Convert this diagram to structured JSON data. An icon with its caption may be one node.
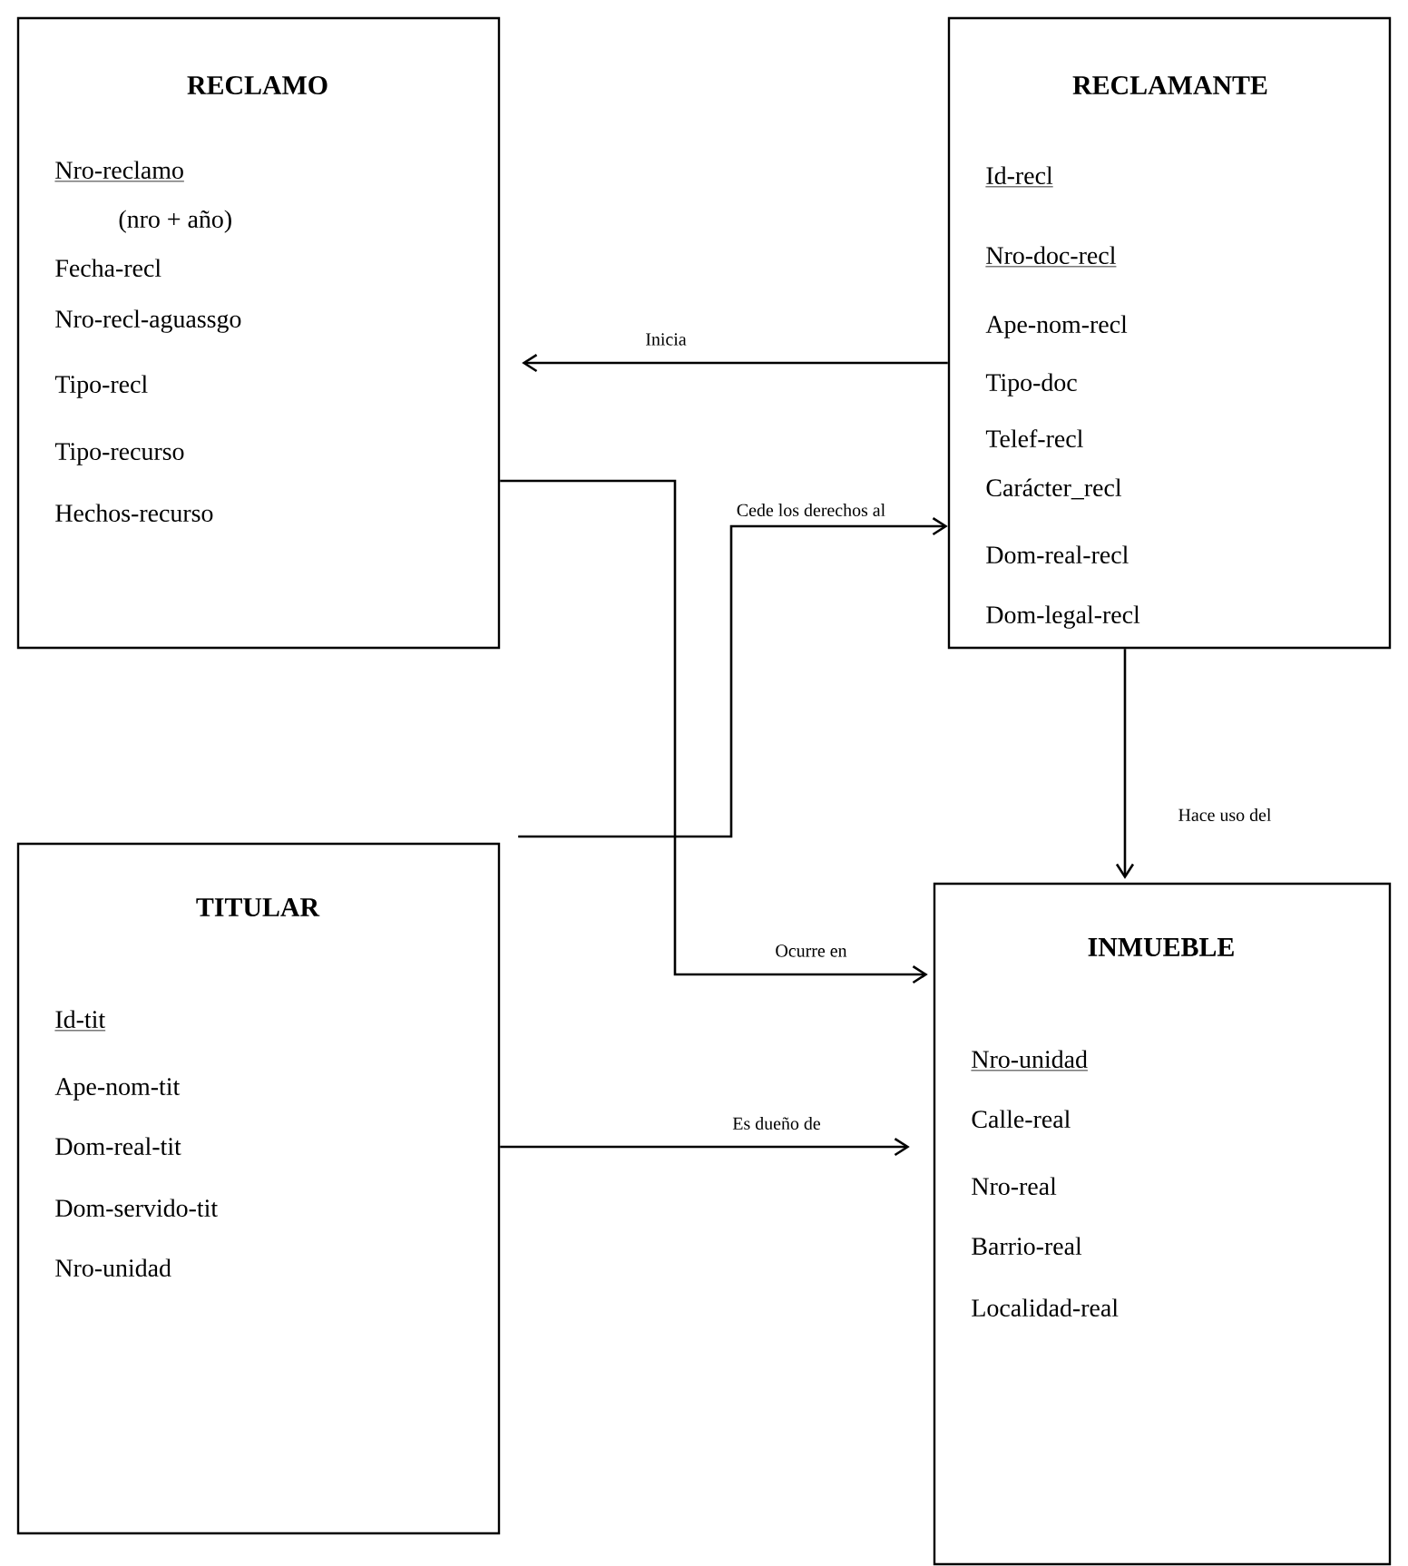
{
  "diagram": {
    "nodes": [
      {
        "text": [
          "RECLAMO",
          "Nro-reclamo",
          "(nro + año)",
          "Fecha-recl",
          "Nro-recl-aguassgo",
          "Tipo-recl",
          "Tipo-recurso",
          "Hechos-recurso"
        ]
      },
      {
        "text": [
          "RECLAMANTE",
          "Id-recl",
          "Nro-doc-recl",
          "Ape-nom-recl",
          "Tipo-doc",
          "Telef-recl",
          "Carácter_recl",
          "Dom-real-recl",
          "Dom-legal-recl"
        ]
      },
      {
        "text": [
          "TITULAR",
          "Id-tit",
          "Ape-nom-tit",
          "Dom-real-tit",
          "Dom-servido-tit",
          "Nro-unidad"
        ]
      },
      {
        "text": [
          "INMUEBLE",
          "Nro-unidad",
          "Calle-real",
          "Nro-real",
          "Barrio-real",
          "Localidad-real"
        ]
      }
    ],
    "edges": [
      {
        "from": 1,
        "to": 0,
        "arrow": "to",
        "label": "Inicia"
      },
      {
        "from": 2,
        "to": 1,
        "arrow": "to",
        "label": "Cede los derechos al"
      },
      {
        "from": 0,
        "to": 3,
        "arrow": "to",
        "label": "Ocurre en"
      },
      {
        "from": 1,
        "to": 3,
        "arrow": "to",
        "label": "Hace uso del"
      },
      {
        "from": 2,
        "to": 3,
        "arrow": "to",
        "label": "Es dueño de"
      }
    ]
  }
}
